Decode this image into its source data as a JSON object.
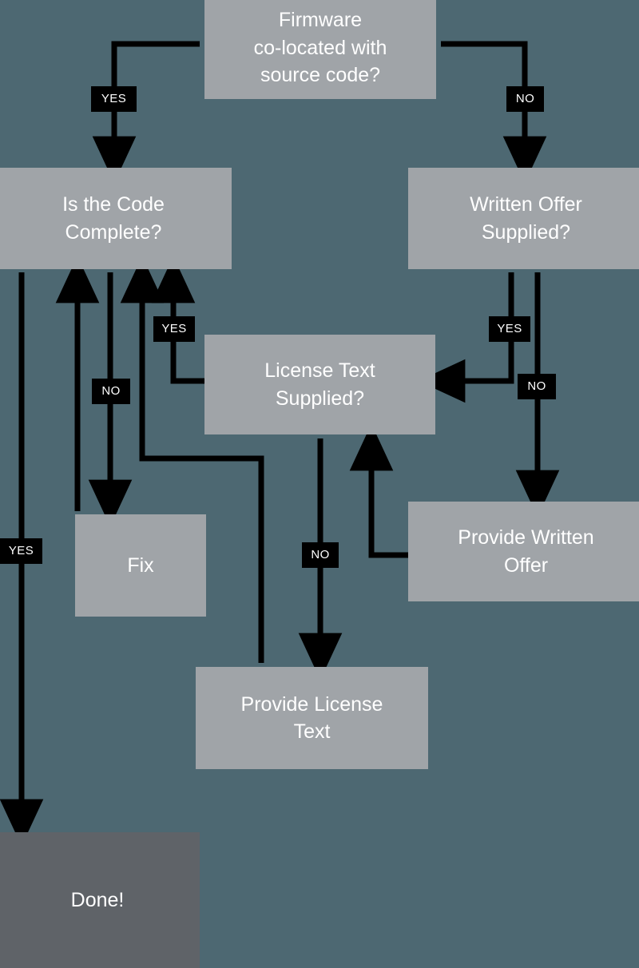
{
  "diagram": {
    "title": "Firmware source code compliance flowchart",
    "background_color": "#4d6872",
    "decision_color": "#a0a4a8",
    "terminal_color": "#5f6368",
    "line_color": "#000000",
    "text_color": "#ffffff",
    "nodes": [
      {
        "id": "firmware",
        "type": "decision",
        "label": "Firmware\nco-located with\nsource code?"
      },
      {
        "id": "code_complete",
        "type": "decision",
        "label": "Is the Code\nComplete?"
      },
      {
        "id": "written_offer",
        "type": "decision",
        "label": "Written Offer\nSupplied?"
      },
      {
        "id": "license_text",
        "type": "decision",
        "label": "License Text\nSupplied?"
      },
      {
        "id": "fix",
        "type": "process",
        "label": "Fix"
      },
      {
        "id": "provide_offer",
        "type": "process",
        "label": "Provide Written\nOffer"
      },
      {
        "id": "provide_license",
        "type": "process",
        "label": "Provide License\nText"
      },
      {
        "id": "done",
        "type": "terminal",
        "label": "Done!"
      }
    ],
    "edge_labels": [
      {
        "id": "firmware-yes",
        "text": "YES"
      },
      {
        "id": "firmware-no",
        "text": "NO"
      },
      {
        "id": "license-yes",
        "text": "YES"
      },
      {
        "id": "code-no",
        "text": "NO"
      },
      {
        "id": "offer-yes",
        "text": "YES"
      },
      {
        "id": "offer-no",
        "text": "NO"
      },
      {
        "id": "code-yes",
        "text": "YES"
      },
      {
        "id": "license-no",
        "text": "NO"
      }
    ]
  }
}
